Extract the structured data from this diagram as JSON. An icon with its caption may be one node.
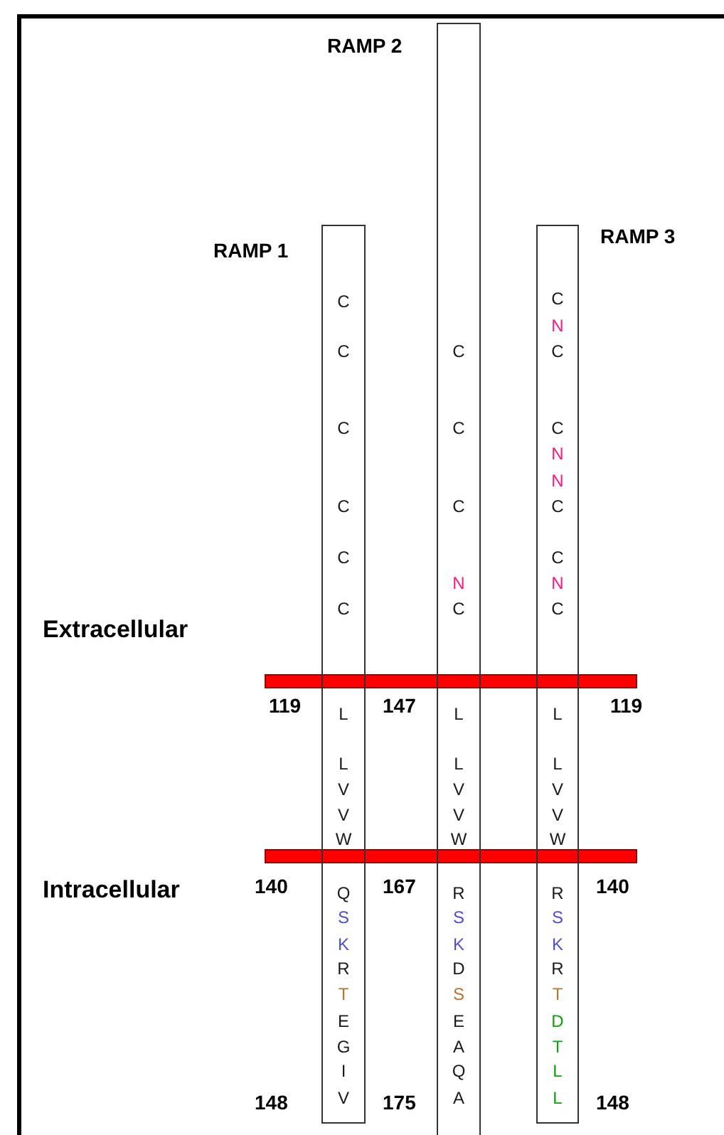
{
  "diagram": {
    "nodes": [
      {
        "text": [
          "RAMP 1",
          "C",
          "C",
          "C",
          "C",
          "C",
          "C",
          "L",
          "L",
          "V",
          "V",
          "W",
          "Q",
          "S",
          "K",
          "R",
          "T",
          "E",
          "G",
          "I",
          "V"
        ]
      },
      {
        "text": [
          "RAMP 2",
          "C",
          "C",
          "C",
          "N",
          "C",
          "L",
          "L",
          "V",
          "V",
          "W",
          "R",
          "S",
          "K",
          "D",
          "S",
          "E",
          "A",
          "Q",
          "A"
        ]
      },
      {
        "text": [
          "RAMP 3",
          "C",
          "N",
          "C",
          "C",
          "N",
          "N",
          "C",
          "C",
          "N",
          "C",
          "L",
          "L",
          "V",
          "V",
          "W",
          "R",
          "S",
          "K",
          "R",
          "T",
          "D",
          "T",
          "L",
          "L"
        ]
      }
    ],
    "edges": [],
    "labels": [
      "Extracellular",
      "119",
      "147",
      "119",
      "Intracellular",
      "140",
      "167",
      "140",
      "148",
      "175",
      "148"
    ]
  }
}
